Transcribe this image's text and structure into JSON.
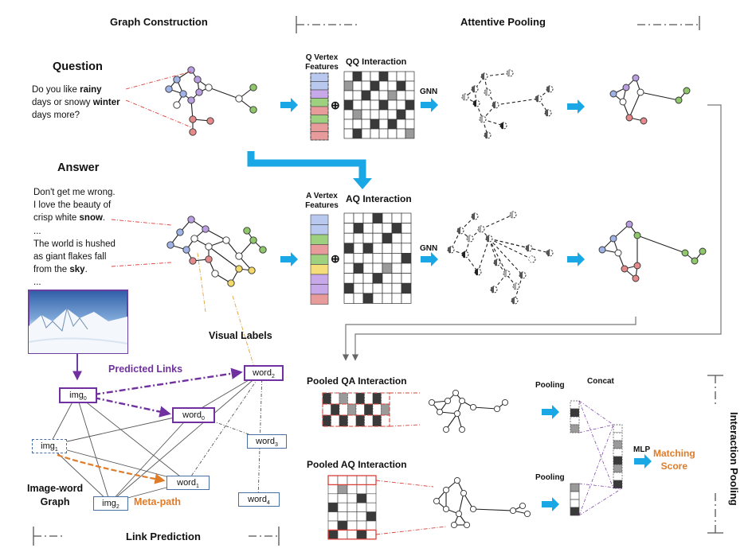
{
  "headers": {
    "graph_construction": "Graph Construction",
    "attentive_pooling": "Attentive Pooling",
    "link_prediction": "Link Prediction",
    "interaction_pooling": "Interaction Pooling"
  },
  "question": {
    "title": "Question",
    "lines": [
      [
        "Do you like ",
        "rainy",
        ""
      ],
      [
        "days or snowy ",
        "winter",
        ""
      ],
      [
        "days more?",
        "",
        ""
      ]
    ]
  },
  "answer": {
    "title": "Answer",
    "lines": [
      [
        "Don't get me wrong.",
        "",
        ""
      ],
      [
        "I love the beauty of",
        "",
        ""
      ],
      [
        "crisp white ",
        "snow",
        "."
      ],
      [
        "...",
        "",
        ""
      ],
      [
        "The world is hushed",
        "",
        ""
      ],
      [
        "as giant flakes fall",
        "",
        ""
      ],
      [
        "from the ",
        "sky",
        "."
      ],
      [
        "...",
        "",
        ""
      ]
    ]
  },
  "labels": {
    "q_vertex": [
      "Q Vertex",
      "Features"
    ],
    "qq": "QQ Interaction",
    "a_vertex": [
      "A Vertex",
      "Features"
    ],
    "aq": "AQ Interaction",
    "gnn": "GNN",
    "visual_labels": "Visual Labels",
    "predicted_links": "Predicted Links",
    "meta_path": "Meta-path",
    "image_word_graph": [
      "Image-word",
      "Graph"
    ],
    "pooled_qa": "Pooled QA Interaction",
    "pooled_aq": "Pooled AQ Interaction",
    "pooling": "Pooling",
    "concat": "Concat",
    "mlp": "MLP",
    "matching_score": [
      "Matching",
      "Score"
    ],
    "oplus": "⊕"
  },
  "nodes": {
    "img0": [
      "img",
      "0"
    ],
    "img1": [
      "img",
      "1"
    ],
    "img2": [
      "img",
      "2"
    ],
    "word0": [
      "word",
      "0"
    ],
    "word1": [
      "word",
      "1"
    ],
    "word2": [
      "word",
      "2"
    ],
    "word3": [
      "word",
      "3"
    ],
    "word4": [
      "word",
      "4"
    ]
  },
  "colors": {
    "accent_blue": "#1aa7e6",
    "purple": "#7030a0",
    "orange": "#e07b28",
    "node_purple": "#b99ee0",
    "node_blue": "#9fb3e6",
    "node_green": "#8fc86b",
    "node_red": "#e58a8a",
    "node_yellow": "#f3d96a",
    "node_white": "#ffffff"
  },
  "q_vertex_colors": [
    "#b8c8ee",
    "#b8c8ee",
    "#c7a9ea",
    "#9ed17f",
    "#e79b9b",
    "#9ed17f",
    "#e79b9b",
    "#e79b9b"
  ],
  "a_vertex_colors": [
    "#b8c8ee",
    "#b8c8ee",
    "#9ed17f",
    "#e79b9b",
    "#9ed17f",
    "#f5dd7a",
    "#c7a9ea",
    "#c7a9ea",
    "#e79b9b"
  ]
}
